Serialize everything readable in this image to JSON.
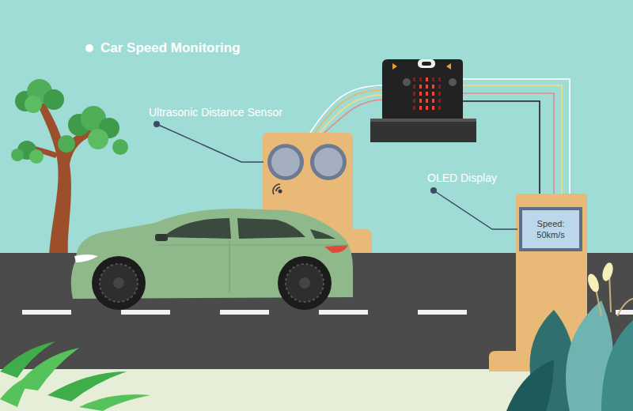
{
  "diagram": {
    "title": "Car Speed Monitoring",
    "nodes": [
      {
        "text": [
          "Speed: 50km/s"
        ]
      }
    ],
    "labels": [
      "Ultrasonic Distance Sensor",
      "OLED Display"
    ]
  }
}
